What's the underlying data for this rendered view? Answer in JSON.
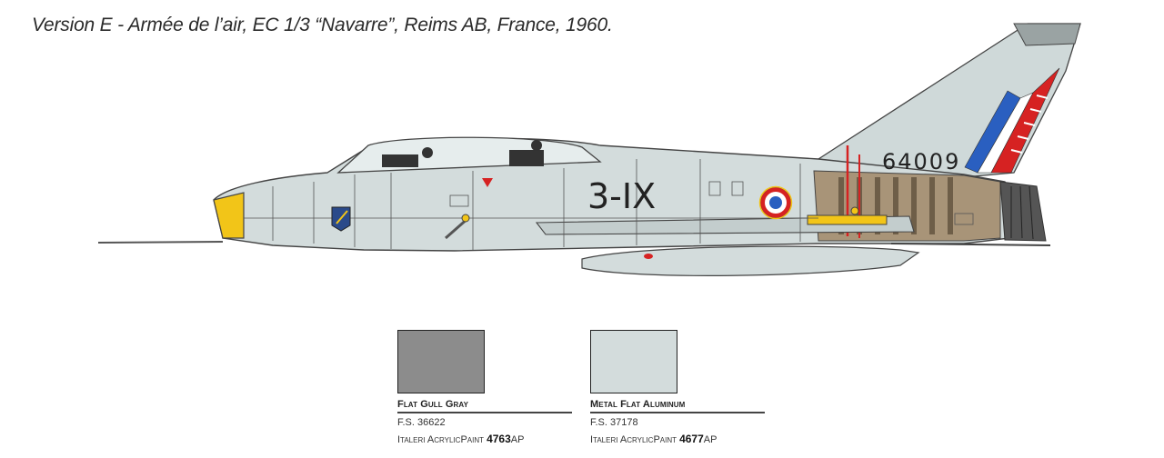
{
  "title": "Version E - Armée de l’air, EC 1/3 “Navarre”, Reims AB, France, 1960.",
  "aircraft": {
    "tail_serial": "64009",
    "unit_code": "3-IX"
  },
  "colors": [
    {
      "name": "Flat Gull Gray",
      "fs": "F.S. 36622",
      "paint_brand": "Italeri AcrylicPaint",
      "paint_code": "4763",
      "paint_suffix": "AP",
      "hex": "#8c8c8c"
    },
    {
      "name": "Metal Flat Aluminum",
      "fs": "F.S. 37178",
      "paint_brand": "Italeri AcrylicPaint",
      "paint_code": "4677",
      "paint_suffix": "AP",
      "hex": "#d3dcdc"
    }
  ]
}
